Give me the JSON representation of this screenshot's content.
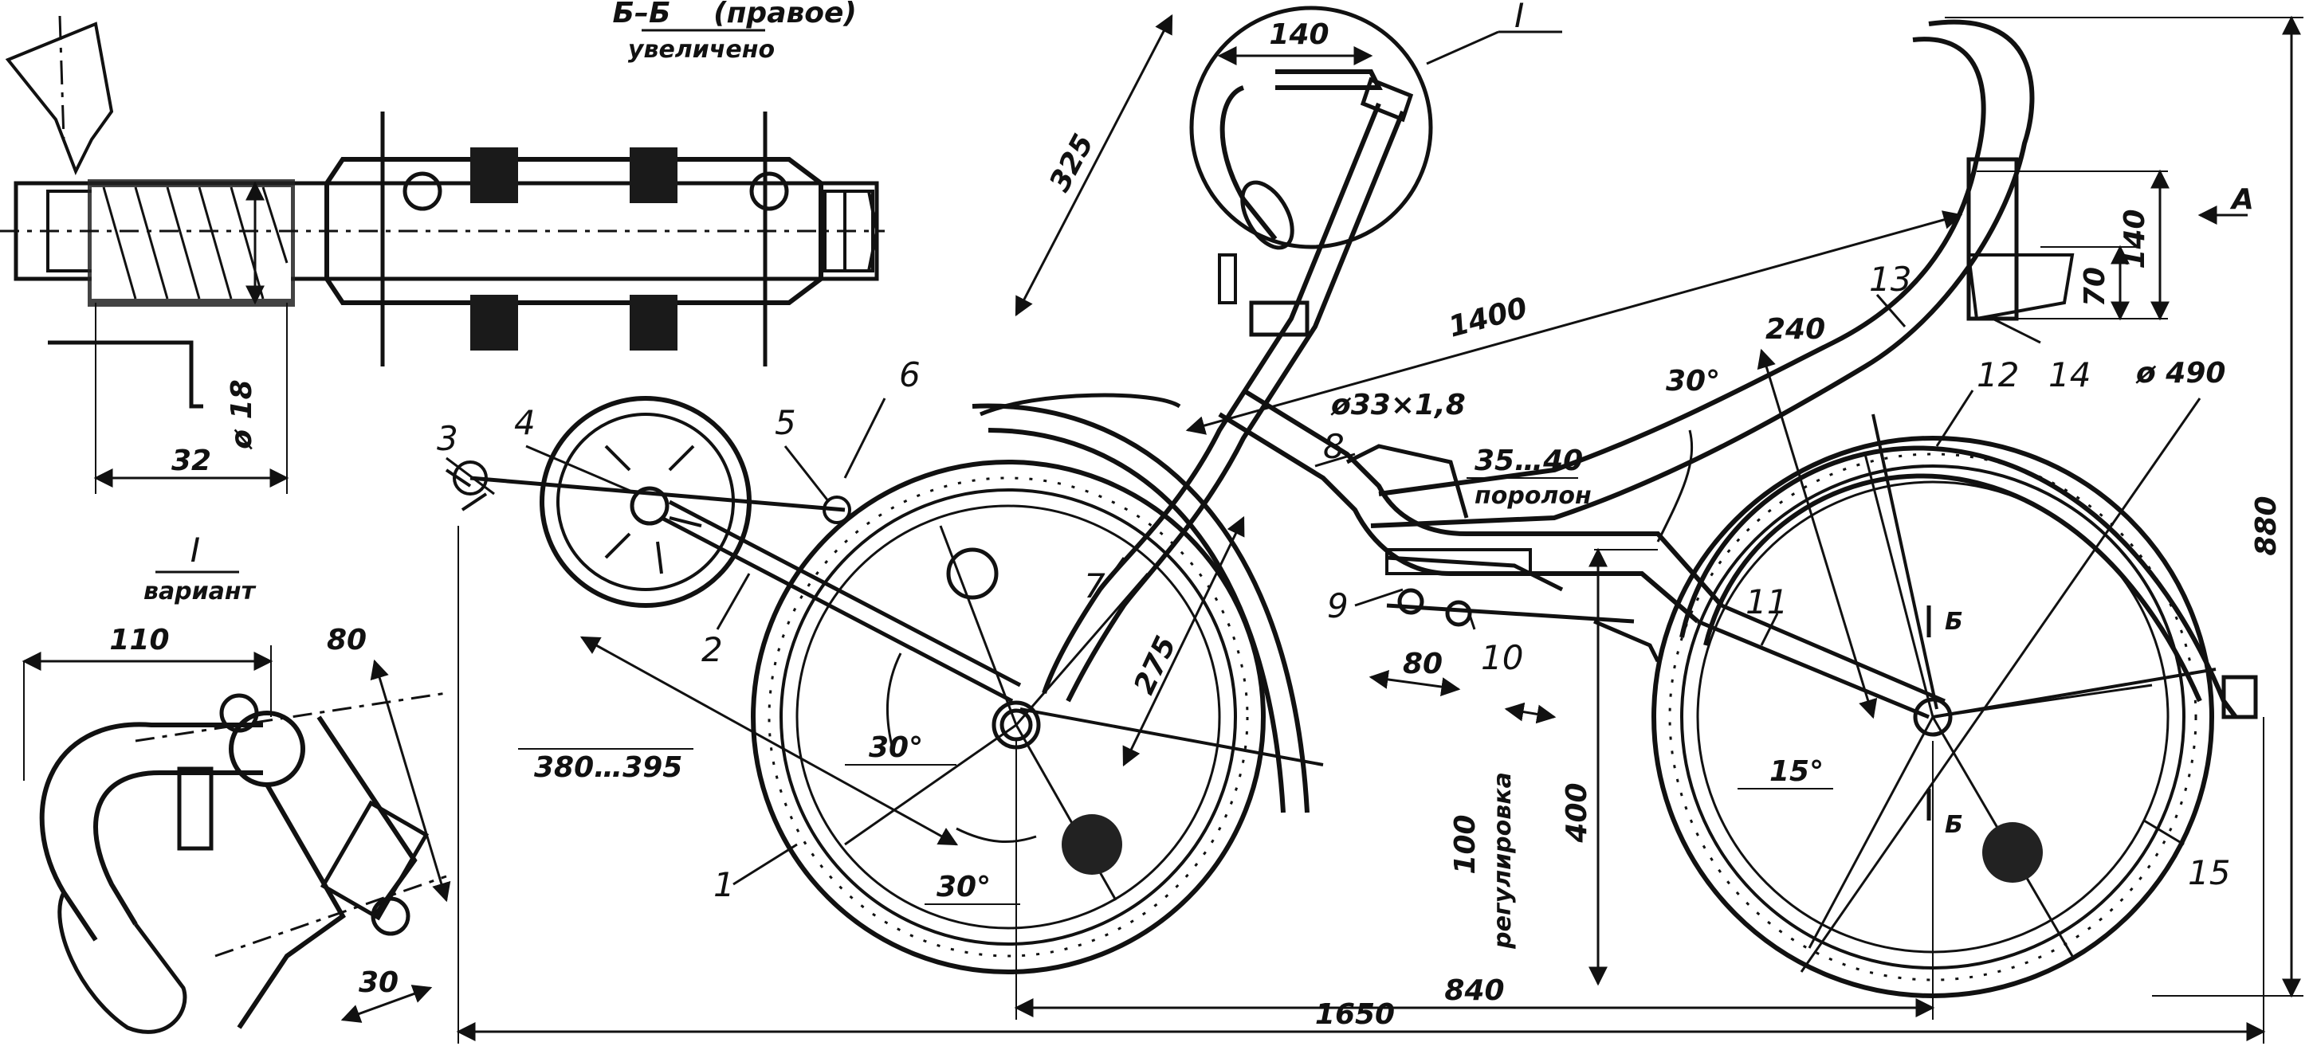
{
  "section_view": {
    "title": "Б–Б",
    "qualifier": "(правое)",
    "subtitle": "увеличено",
    "dim_diameter": "ø 18",
    "dim_width": "32"
  },
  "variant_view": {
    "roman": "I",
    "label": "вариант",
    "dim_a": "110",
    "dim_b": "80",
    "dim_c": "30"
  },
  "detail_circle": {
    "roman": "I",
    "dim": "140"
  },
  "dimensions": {
    "handlebar_reach": "325",
    "frame_length": "1400",
    "tube": "ø33×1,8",
    "foam_thickness": "35…40",
    "foam_label": "поролон",
    "seat_angle": "30°",
    "seat_depth": "240",
    "wheel_diameter": "ø 490",
    "back_h1": "140",
    "back_h2": "70",
    "arrow_a": "A",
    "overall_height": "880",
    "seat_height": "400",
    "adjust_value": "100",
    "adjust_label": "регулировка",
    "crank_offset": "380…395",
    "fork_length": "275",
    "angle_fork": "30°",
    "angle_chain": "30°",
    "angle_rear": "15°",
    "dim_80": "80",
    "wheelbase": "840",
    "overall_length": "1650",
    "section_mark_top": "Б",
    "section_mark_bottom": "Б"
  },
  "callouts": [
    "1",
    "2",
    "3",
    "4",
    "5",
    "6",
    "7",
    "8",
    "9",
    "10",
    "11",
    "12",
    "13",
    "14",
    "15"
  ]
}
